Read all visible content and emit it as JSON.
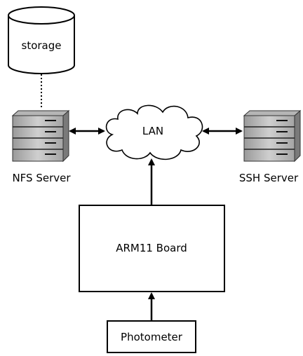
{
  "nodes": {
    "storage": {
      "label": "storage"
    },
    "lan": {
      "label": "LAN"
    },
    "nfs_server": {
      "label": "NFS Server"
    },
    "ssh_server": {
      "label": "SSH Server"
    },
    "arm_board": {
      "label": "ARM11 Board"
    },
    "photometer": {
      "label": "Photometer"
    }
  },
  "edges": [
    {
      "from": "storage",
      "to": "nfs_server",
      "style": "dotted",
      "arrows": "none"
    },
    {
      "from": "nfs_server",
      "to": "lan",
      "style": "solid",
      "arrows": "both"
    },
    {
      "from": "ssh_server",
      "to": "lan",
      "style": "solid",
      "arrows": "both"
    },
    {
      "from": "arm_board",
      "to": "lan",
      "style": "solid",
      "arrows": "end"
    },
    {
      "from": "photometer",
      "to": "arm_board",
      "style": "solid",
      "arrows": "end"
    }
  ]
}
